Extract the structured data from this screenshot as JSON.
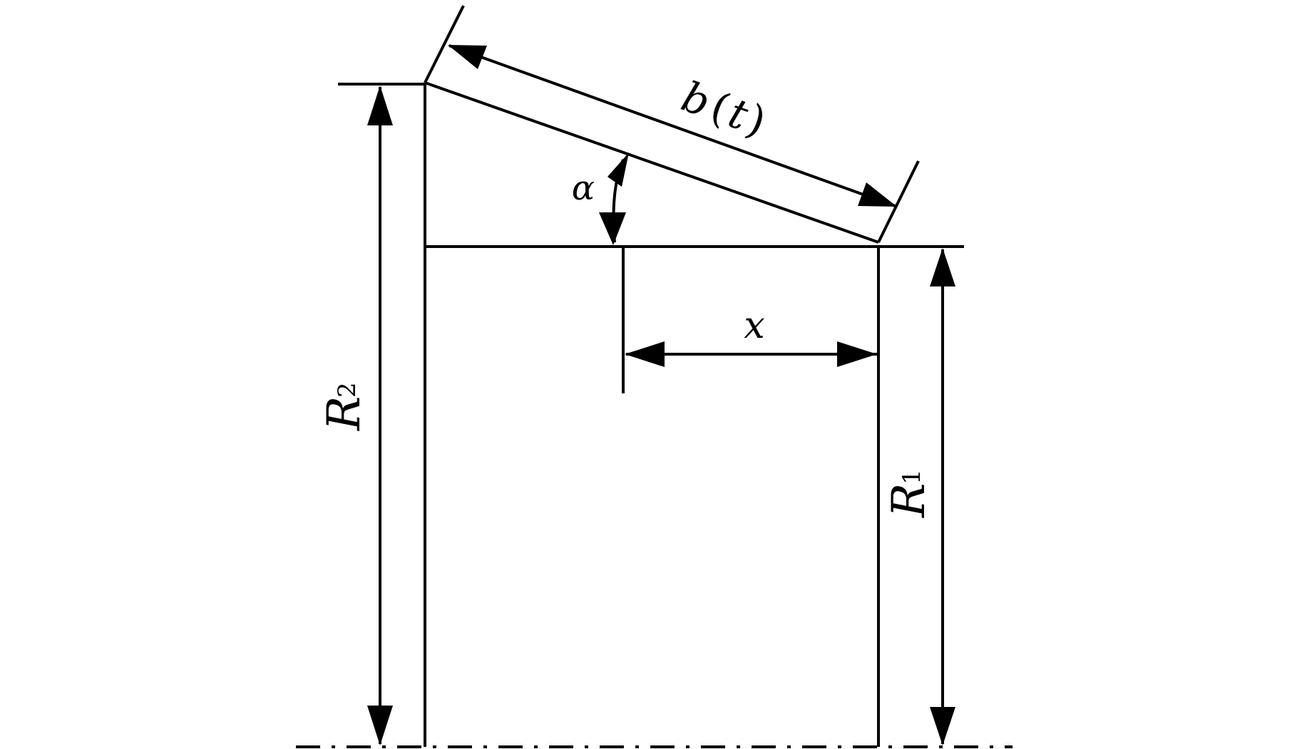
{
  "labels": {
    "b": "b",
    "b_open": "(",
    "b_t": "t",
    "b_close": ")",
    "alpha": "α",
    "x": "x",
    "R2": "R",
    "R2_sub": "2",
    "R1": "R",
    "R1_sub": "1"
  },
  "colors": {
    "stroke": "#000000",
    "background": "#ffffff"
  }
}
